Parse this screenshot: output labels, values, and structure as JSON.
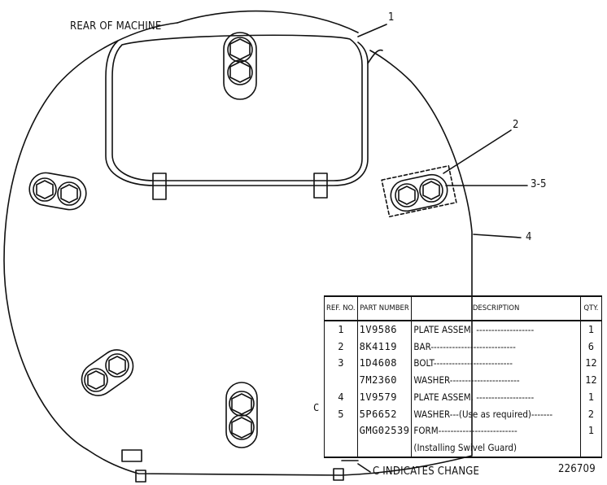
{
  "labels": {
    "rear_of_machine": "REAR OF MACHINE",
    "callout_1": "1",
    "callout_2": "2",
    "callout_3_5": "3-5",
    "callout_4": "4",
    "change_note": "C INDICATES CHANGE",
    "drawing_number": "226709",
    "change_mark": "C"
  },
  "table": {
    "headers": {
      "ref_no": "REF. NO.",
      "part_number": "PART NUMBER",
      "description": "DESCRIPTION",
      "qty": "QTY."
    },
    "rows": [
      {
        "ref": "1",
        "part": "1V9586",
        "desc": "PLATE ASSEM. -------------------",
        "qty": "1"
      },
      {
        "ref": "2",
        "part": "8K4119",
        "desc": "BAR----------------------------",
        "qty": "6"
      },
      {
        "ref": "3",
        "part": "1D4608",
        "desc": "BOLT--------------------------",
        "qty": "12"
      },
      {
        "ref": "",
        "part": "7M2360",
        "desc": "WASHER-----------------------",
        "qty": "12"
      },
      {
        "ref": "4",
        "part": "1V9579",
        "desc": "PLATE ASSEM. -------------------",
        "qty": "1"
      },
      {
        "ref": "5",
        "part": "5P6652",
        "desc": "WASHER---(Use as required)-------",
        "qty": "2"
      },
      {
        "ref": "",
        "part": "GMG02539",
        "desc": "FORM--------------------------",
        "qty": "1",
        "sub": "(Installing Swivel Guard)"
      }
    ]
  }
}
